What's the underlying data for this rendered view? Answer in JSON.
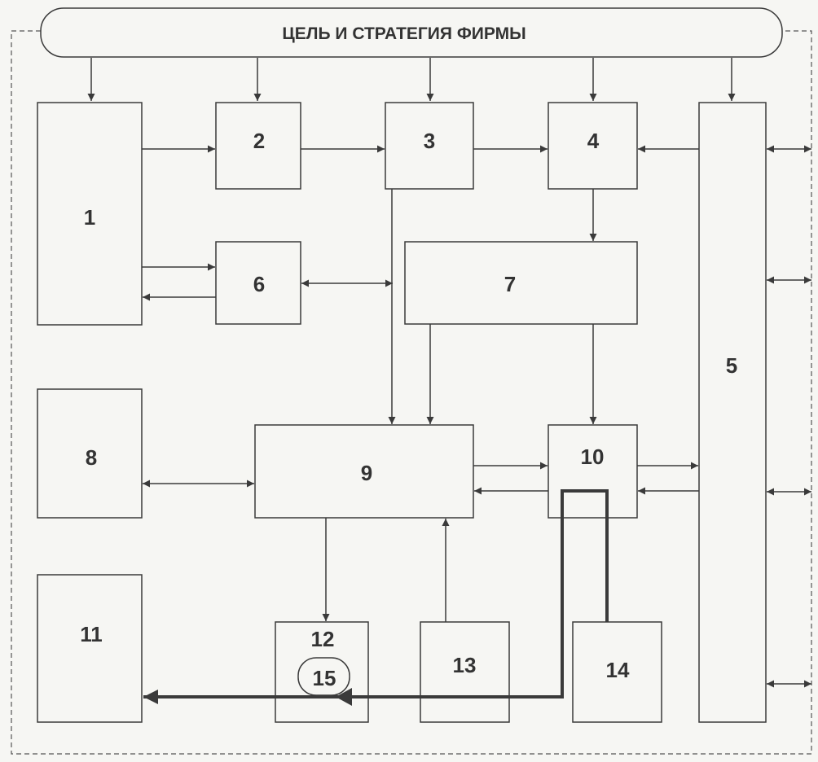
{
  "header": {
    "title": "ЦЕЛЬ И СТРАТЕГИЯ ФИРМЫ"
  },
  "blocks": {
    "b1": "1",
    "b2": "2",
    "b3": "3",
    "b4": "4",
    "b5": "5",
    "b6": "6",
    "b7": "7",
    "b8": "8",
    "b9": "9",
    "b10": "10",
    "b11": "11",
    "b12": "12",
    "b13": "13",
    "b14": "14",
    "b15": "15"
  },
  "colors": {
    "line": "#3a3a3a",
    "text": "#333333",
    "background": "#f6f6f3"
  }
}
